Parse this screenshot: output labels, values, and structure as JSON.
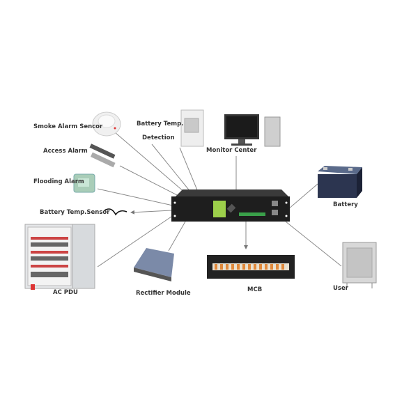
{
  "labels": {
    "smoke_alarm": "Smoke Alarm Sencor",
    "access_alarm": "Access Alarm",
    "flooding_alarm": "Flooding Alarm",
    "battery_temp_sensor": "Battery Temp.Sensor",
    "ac_pdu": "AC PDU",
    "rectifier_module": "Rectifier Module",
    "mcb": "MCB",
    "user": "User",
    "battery": "Battery",
    "monitor_center": "Monitor Center",
    "battery_temp_line1": "Battery Temp.",
    "battery_temp_line2": "Detection"
  },
  "colors": {
    "line": "#8a8a8a",
    "controller": "#1e1e1e",
    "lcd": "#9ccf4a",
    "terminal": "#3aa04a"
  }
}
